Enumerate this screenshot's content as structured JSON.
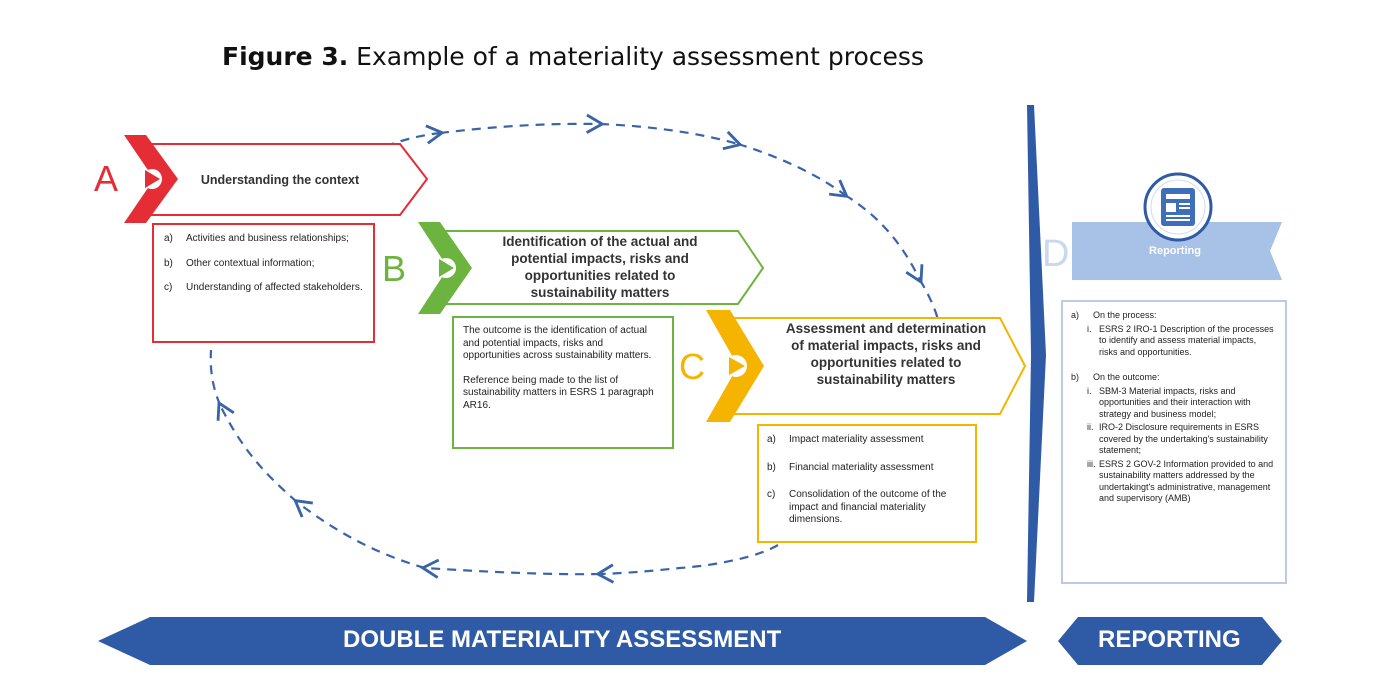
{
  "title": {
    "bold": "Figure 3.",
    "rest": " Example of a materiality assessment process"
  },
  "colors": {
    "red": "#e52d35",
    "green": "#6db33f",
    "yellow": "#f5b400",
    "blue": "#2e5aa6",
    "light_blue": "#a8c1e6",
    "dash_blue": "#3a64a8"
  },
  "step_a": {
    "letter": "A",
    "label": "Understanding the context",
    "items": [
      {
        "marker": "a)",
        "text": "Activities and business relationships;"
      },
      {
        "marker": "b)",
        "text": "Other contextual information;"
      },
      {
        "marker": "c)",
        "text": "Understanding of affected stakeholders."
      }
    ]
  },
  "step_b": {
    "letter": "B",
    "label": "Identification of the actual and potential impacts, risks and opportunities related to sustainability matters",
    "paragraphs": [
      "The outcome is the identification of actual and potential impacts, risks and opportunities across sustainability matters.",
      "Reference being made to the list of sustainability matters in ESRS 1 paragraph AR16."
    ]
  },
  "step_c": {
    "letter": "C",
    "label": "Assessment and determination of material impacts, risks and opportunities related to sustainability matters",
    "items": [
      {
        "marker": "a)",
        "text": "Impact materiality assessment"
      },
      {
        "marker": "b)",
        "text": "Financial materiality assessment"
      },
      {
        "marker": "c)",
        "text": "Consolidation  of the outcome of the impact and financial materiality dimensions."
      }
    ]
  },
  "step_d": {
    "letter": "D",
    "label": "Reporting",
    "icon": "report-document-icon",
    "process_head": {
      "marker": "a)",
      "text": "On the process:"
    },
    "process_items": [
      {
        "marker": "i.",
        "text": "ESRS 2 IRO-1 Description of the processes to identify and assess material impacts, risks and opportunities."
      }
    ],
    "outcome_head": {
      "marker": "b)",
      "text": "On the outcome:"
    },
    "outcome_items": [
      {
        "marker": "i.",
        "text": "SBM-3 Material impacts, risks and opportunities and their interaction with strategy and business model;"
      },
      {
        "marker": "ii.",
        "text": "IRO-2 Disclosure requirements in ESRS covered by the undertaking's sustainability statement;"
      },
      {
        "marker": "iii.",
        "text": "ESRS 2 GOV-2 Information provided to and sustainability matters addressed by the undertakingt's administrative, management and supervisory (AMB)"
      }
    ]
  },
  "banners": {
    "left": "DOUBLE MATERIALITY ASSESSMENT",
    "right": "REPORTING"
  }
}
